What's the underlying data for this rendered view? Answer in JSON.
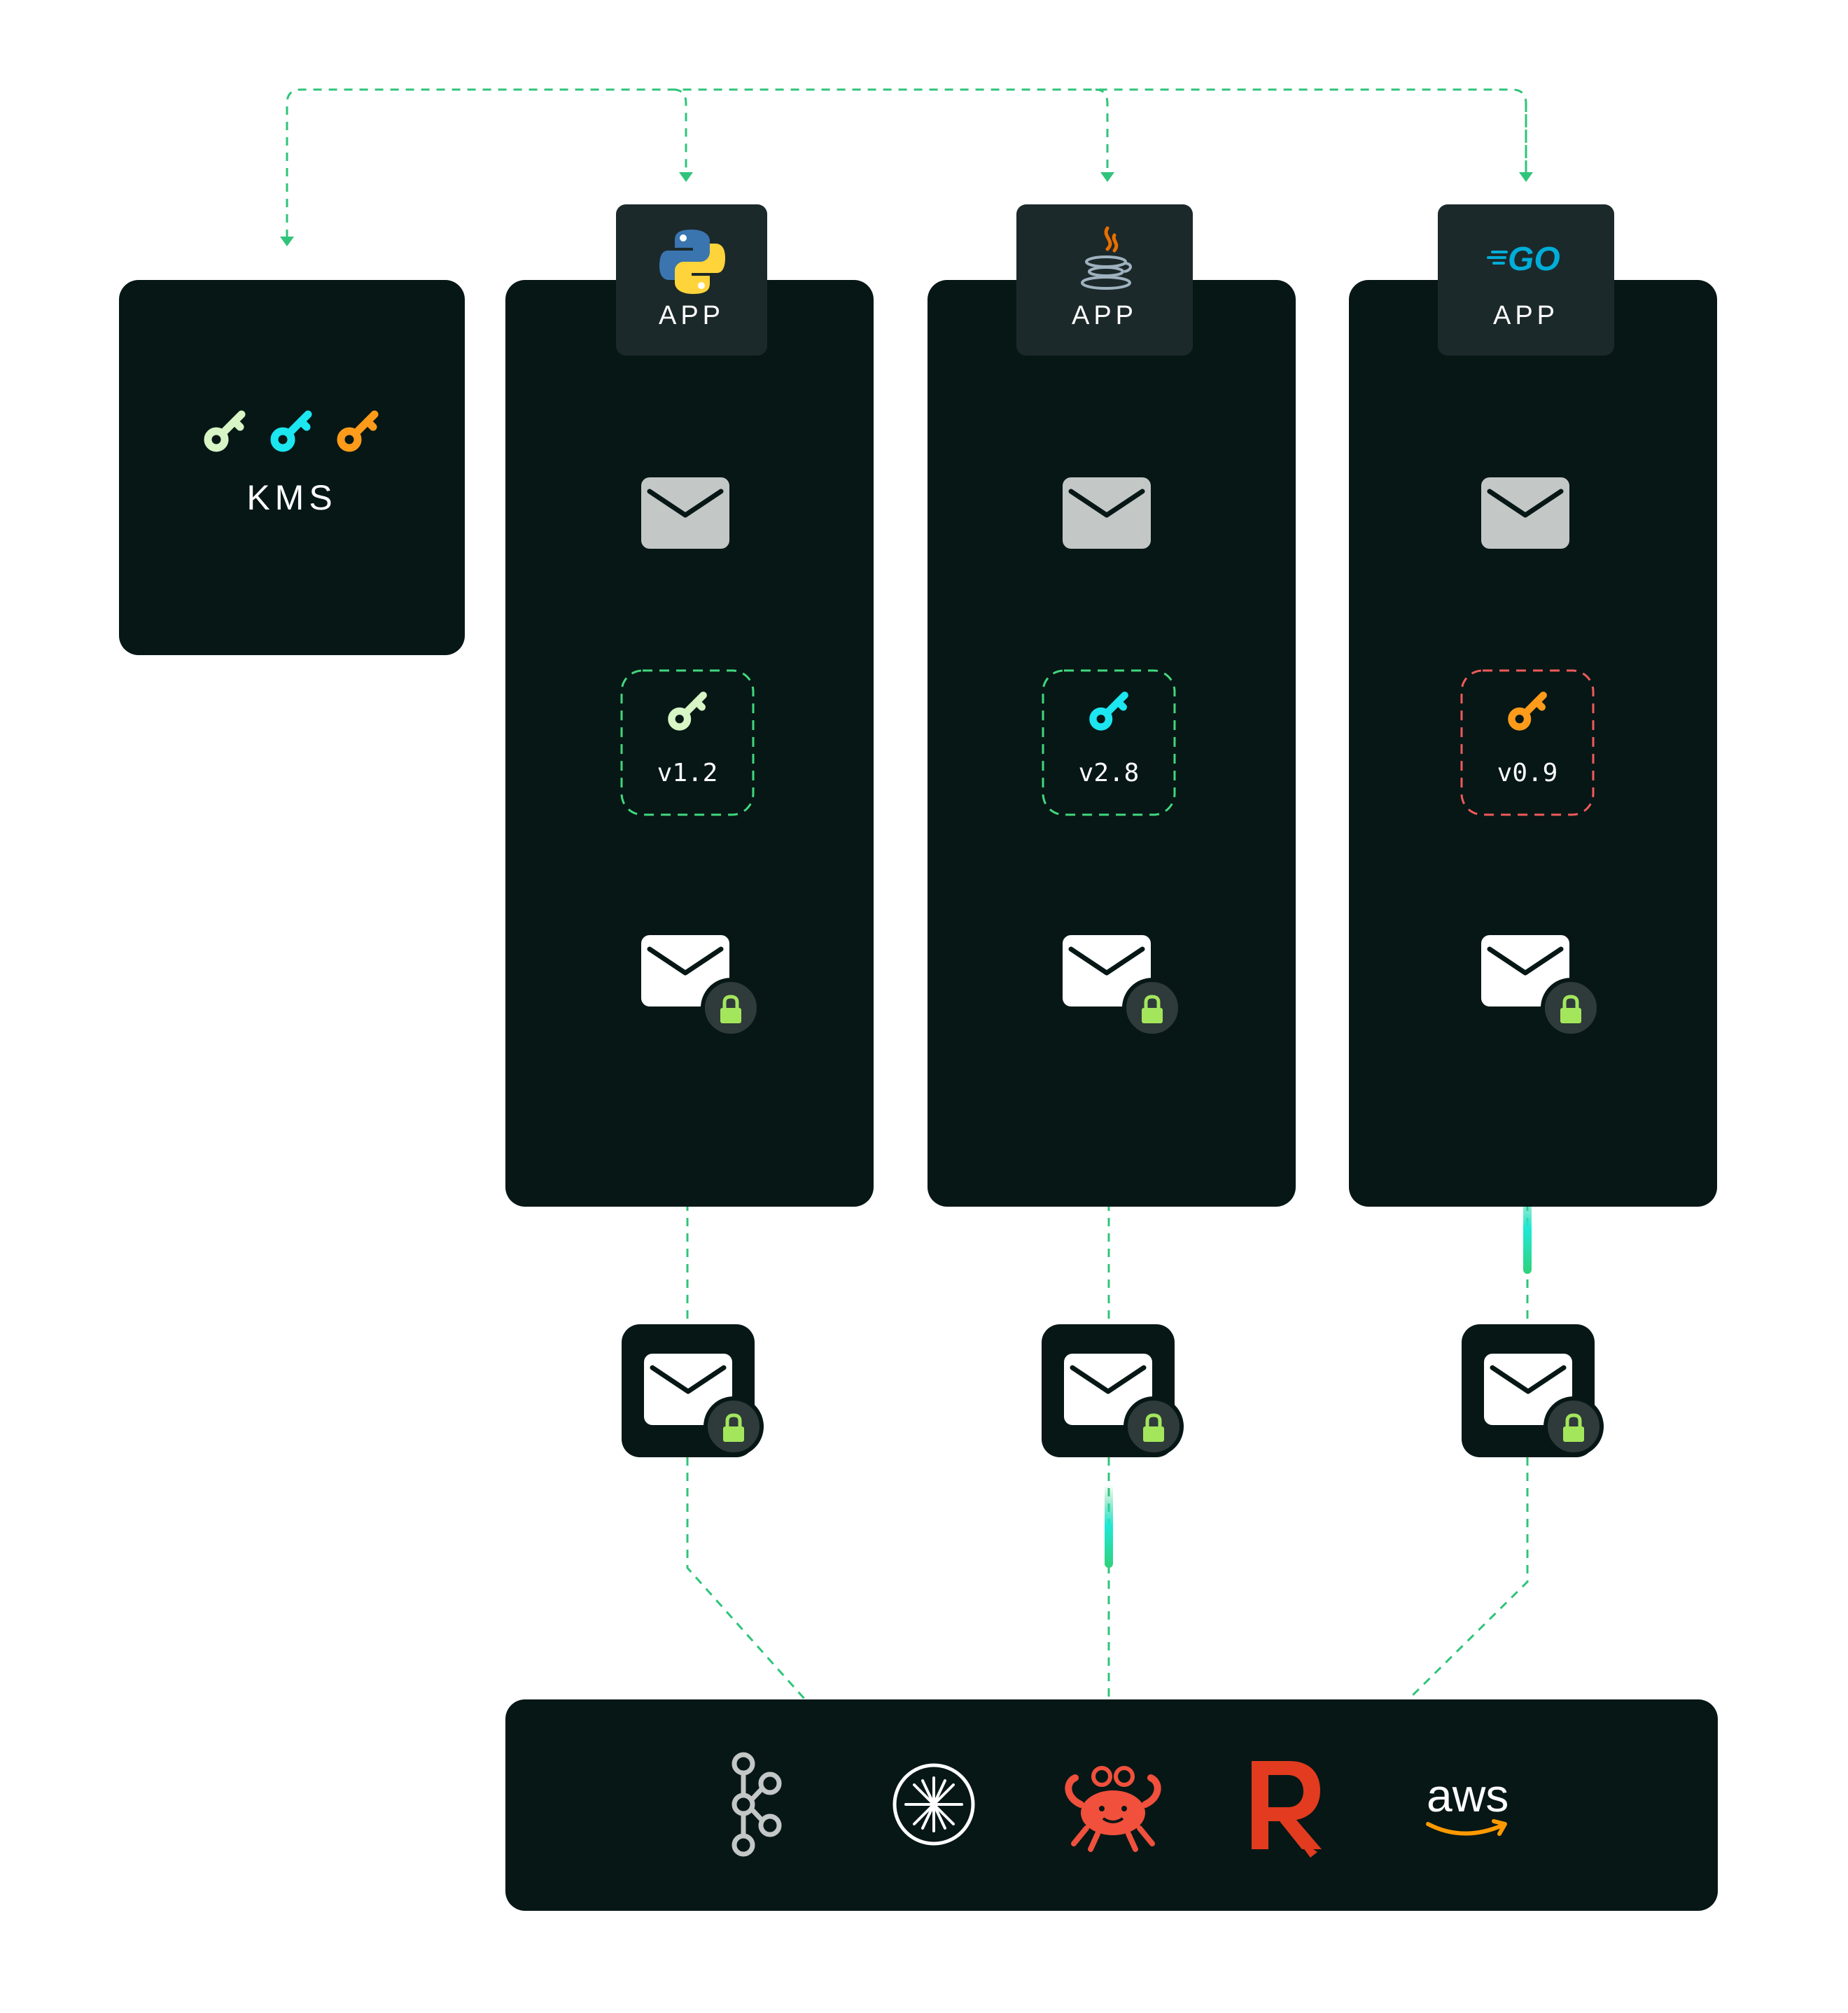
{
  "kms": {
    "label": "KMS"
  },
  "apps": [
    {
      "label": "APP",
      "language_icon": "python-icon",
      "key_version": "v1.2",
      "key_color": "#d7f5c5",
      "frame_color": "#42d77d"
    },
    {
      "label": "APP",
      "language_icon": "java-icon",
      "key_version": "v2.8",
      "key_color": "#1ce6f0",
      "frame_color": "#42d77d"
    },
    {
      "label": "APP",
      "language_icon": "go-icon",
      "go_text": "GO",
      "key_version": "v0.9",
      "key_color": "#ff9b1a",
      "frame_color": "#f05a5a"
    }
  ],
  "bus": {
    "icons": [
      "kafka-icon",
      "pulsar-icon",
      "crab-icon",
      "redpanda-icon",
      "aws-icon"
    ],
    "aws_text": "aws"
  },
  "colors": {
    "panel": "#061716",
    "tab": "#1c292a",
    "connector": "#2fc47a",
    "lock": "#a3e65c",
    "envelope_plain": "#c3c7c6"
  }
}
